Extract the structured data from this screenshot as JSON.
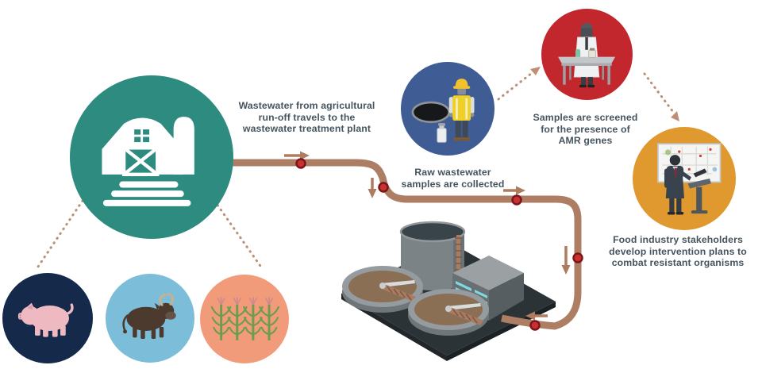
{
  "diagram": "wastewater-amr-surveillance-flow",
  "captions": {
    "farm": {
      "lines": [
        "Wastewater from agricultural",
        "run-off travels to the",
        "wastewater treatment plant"
      ]
    },
    "sampling": {
      "lines": [
        "Raw wastewater",
        "samples are collected"
      ]
    },
    "screening": {
      "lines": [
        "Samples are screened",
        "for the presence of",
        "AMR genes"
      ]
    },
    "intervention": {
      "lines": [
        "Food industry stakeholders",
        "develop intervention plans to",
        "combat resistant organisms"
      ]
    }
  },
  "nodes": {
    "farm": {
      "icon": "barn-icon",
      "color": "#2E8B80"
    },
    "pig": {
      "icon": "pig-icon",
      "color": "#152A4B"
    },
    "cattle": {
      "icon": "cattle-icon",
      "color": "#7CBDD9"
    },
    "corn": {
      "icon": "corn-icon",
      "color": "#F29B7A"
    },
    "sampling_worker": {
      "icon": "worker-sampling-icon",
      "color": "#3F5C94"
    },
    "lab_scientist": {
      "icon": "scientist-lab-icon",
      "color": "#C1272D"
    },
    "stakeholder": {
      "icon": "stakeholder-presentation-icon",
      "color": "#E0992F"
    }
  },
  "plant": {
    "icon": "wastewater-treatment-plant-illustration"
  },
  "colors": {
    "pipe": "#AD7E64",
    "flow_arrow": "#AE7C5F",
    "valve": "#C93030",
    "valve_ring": "#7A1619",
    "dashed_connector": "#BD8F76",
    "caption_text": "#45545E"
  }
}
